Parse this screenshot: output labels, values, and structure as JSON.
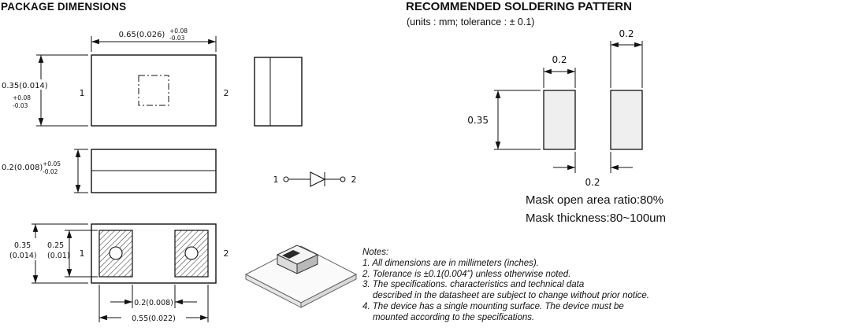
{
  "package_dimensions": {
    "title": "PACKAGE DIMENSIONS",
    "top_view": {
      "width": "0.65(0.026)",
      "width_tol_plus": "+0.08",
      "width_tol_minus": "-0.03",
      "height": "0.35(0.014)",
      "height_tol_plus": "+0.08",
      "height_tol_minus": "-0.03",
      "pin1": "1",
      "pin2": "2"
    },
    "front_view": {
      "thickness": "0.2(0.008)",
      "tol_plus": "+0.05",
      "tol_minus": "-0.02"
    },
    "bottom_view": {
      "height": "0.35",
      "height_in": "(0.014)",
      "pad_height": "0.25",
      "pad_height_in": "(0.01)",
      "pin1": "1",
      "pin2": "2",
      "gap": "0.2(0.008)",
      "span": "0.55(0.022)"
    },
    "schematic": {
      "pin1": "1",
      "pin2": "2"
    }
  },
  "soldering_pattern": {
    "title": "RECOMMENDED SOLDERING PATTERN",
    "subtitle": "(units : mm; tolerance : ± 0.1)",
    "pad_width_left": "0.2",
    "pad_width_right": "0.2",
    "pad_height": "0.35",
    "pad_gap": "0.2",
    "mask_open_ratio": "Mask open area ratio:80%",
    "mask_thickness": "Mask thickness:80~100um"
  },
  "notes": {
    "title": "Notes:",
    "line1": "1. All dimensions are in millimeters (inches).",
    "line2": "2. Tolerance is ±0.1(0.004\") unless otherwise noted.",
    "line3a": "3. The specifications. characteristics and technical data",
    "line3b": "described in the datasheet are subject to change without prior notice.",
    "line4a": "4. The device has a single mounting surface. The device must be",
    "line4b": "mounted according to the specifications."
  }
}
